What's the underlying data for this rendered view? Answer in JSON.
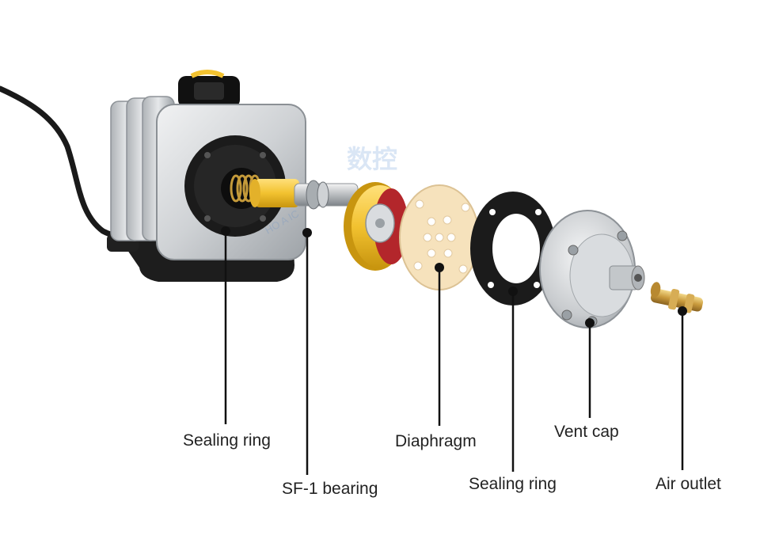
{
  "watermark": {
    "text": "数控",
    "subtext": "HO     A    IC"
  },
  "parts": [
    {
      "id": "sealing-ring-1",
      "label": "Sealing ring"
    },
    {
      "id": "sf1-bearing",
      "label": "SF-1 bearing"
    },
    {
      "id": "diaphragm",
      "label": "Diaphragm"
    },
    {
      "id": "sealing-ring-2",
      "label": "Sealing ring"
    },
    {
      "id": "vent-cap",
      "label": "Vent cap"
    },
    {
      "id": "air-outlet",
      "label": "Air outlet"
    }
  ],
  "colors": {
    "leader": "#111111",
    "body_metal": "#d6d8db",
    "black_plastic": "#1b1b1b",
    "piston_yellow": "#f2c230",
    "diaphragm_cream": "#f6e2bc",
    "gasket_red": "#b3262b",
    "brass": "#c99a3c"
  }
}
